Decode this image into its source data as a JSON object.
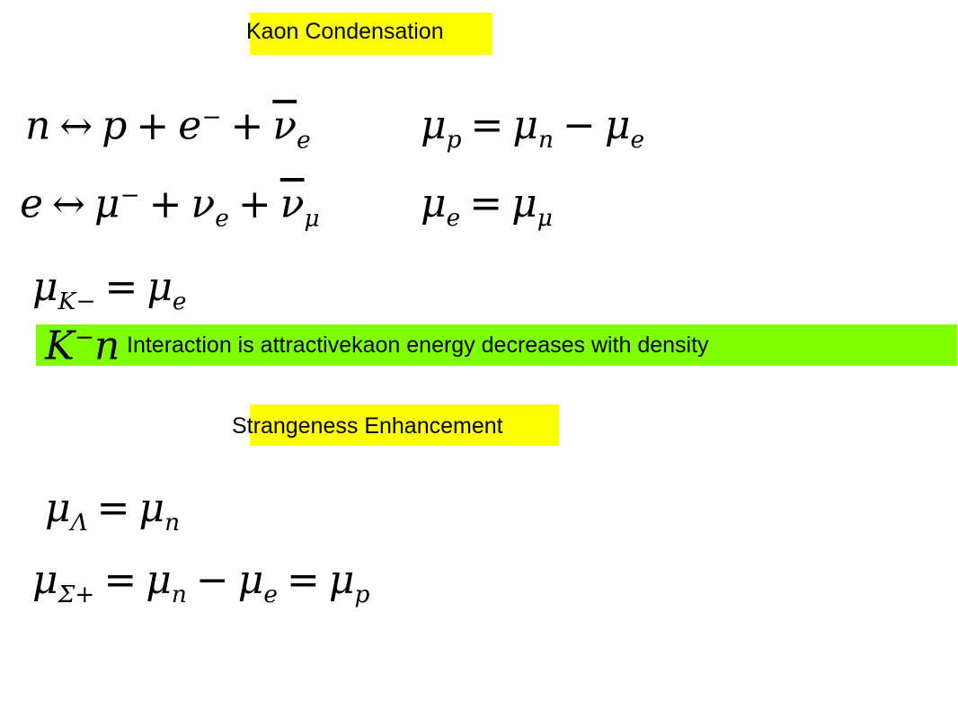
{
  "colors": {
    "highlight_yellow": "#ffff00",
    "highlight_green": "#80ff00"
  },
  "titles": {
    "kaon_condensation": "Kaon Condensation",
    "strangeness_enhancement": "Strangeness Enhancement"
  },
  "note": {
    "text": "Interaction is attractivekaon energy decreases with density"
  },
  "equations": {
    "neutron_decay": {
      "lhs": "n",
      "arrow": "↔",
      "a": "p",
      "b": "e",
      "b_sup": "−",
      "c": "ν",
      "c_sub": "e"
    },
    "mu_p": {
      "lhs": "μ",
      "lhs_sub": "p",
      "a": "μ",
      "a_sub": "n",
      "b": "μ",
      "b_sub": "e"
    },
    "electron_decay": {
      "lhs": "e",
      "arrow": "↔",
      "a": "μ",
      "a_sup": "−",
      "b": "ν",
      "b_sub": "e",
      "c": "ν",
      "c_sub": "μ"
    },
    "mu_e": {
      "lhs": "μ",
      "lhs_sub": "e",
      "a": "μ",
      "a_sub": "μ"
    },
    "mu_k": {
      "lhs": "μ",
      "lhs_sub": "K−",
      "a": "μ",
      "a_sub": "e"
    },
    "k_n": {
      "a": "K",
      "a_sup": "−",
      "b": "n"
    },
    "mu_lambda": {
      "lhs": "μ",
      "lhs_sub": "Λ",
      "a": "μ",
      "a_sub": "n"
    },
    "mu_sigma": {
      "lhs": "μ",
      "lhs_sub": "Σ+",
      "a": "μ",
      "a_sub": "n",
      "b": "μ",
      "b_sub": "e",
      "c": "μ",
      "c_sub": "p"
    }
  }
}
